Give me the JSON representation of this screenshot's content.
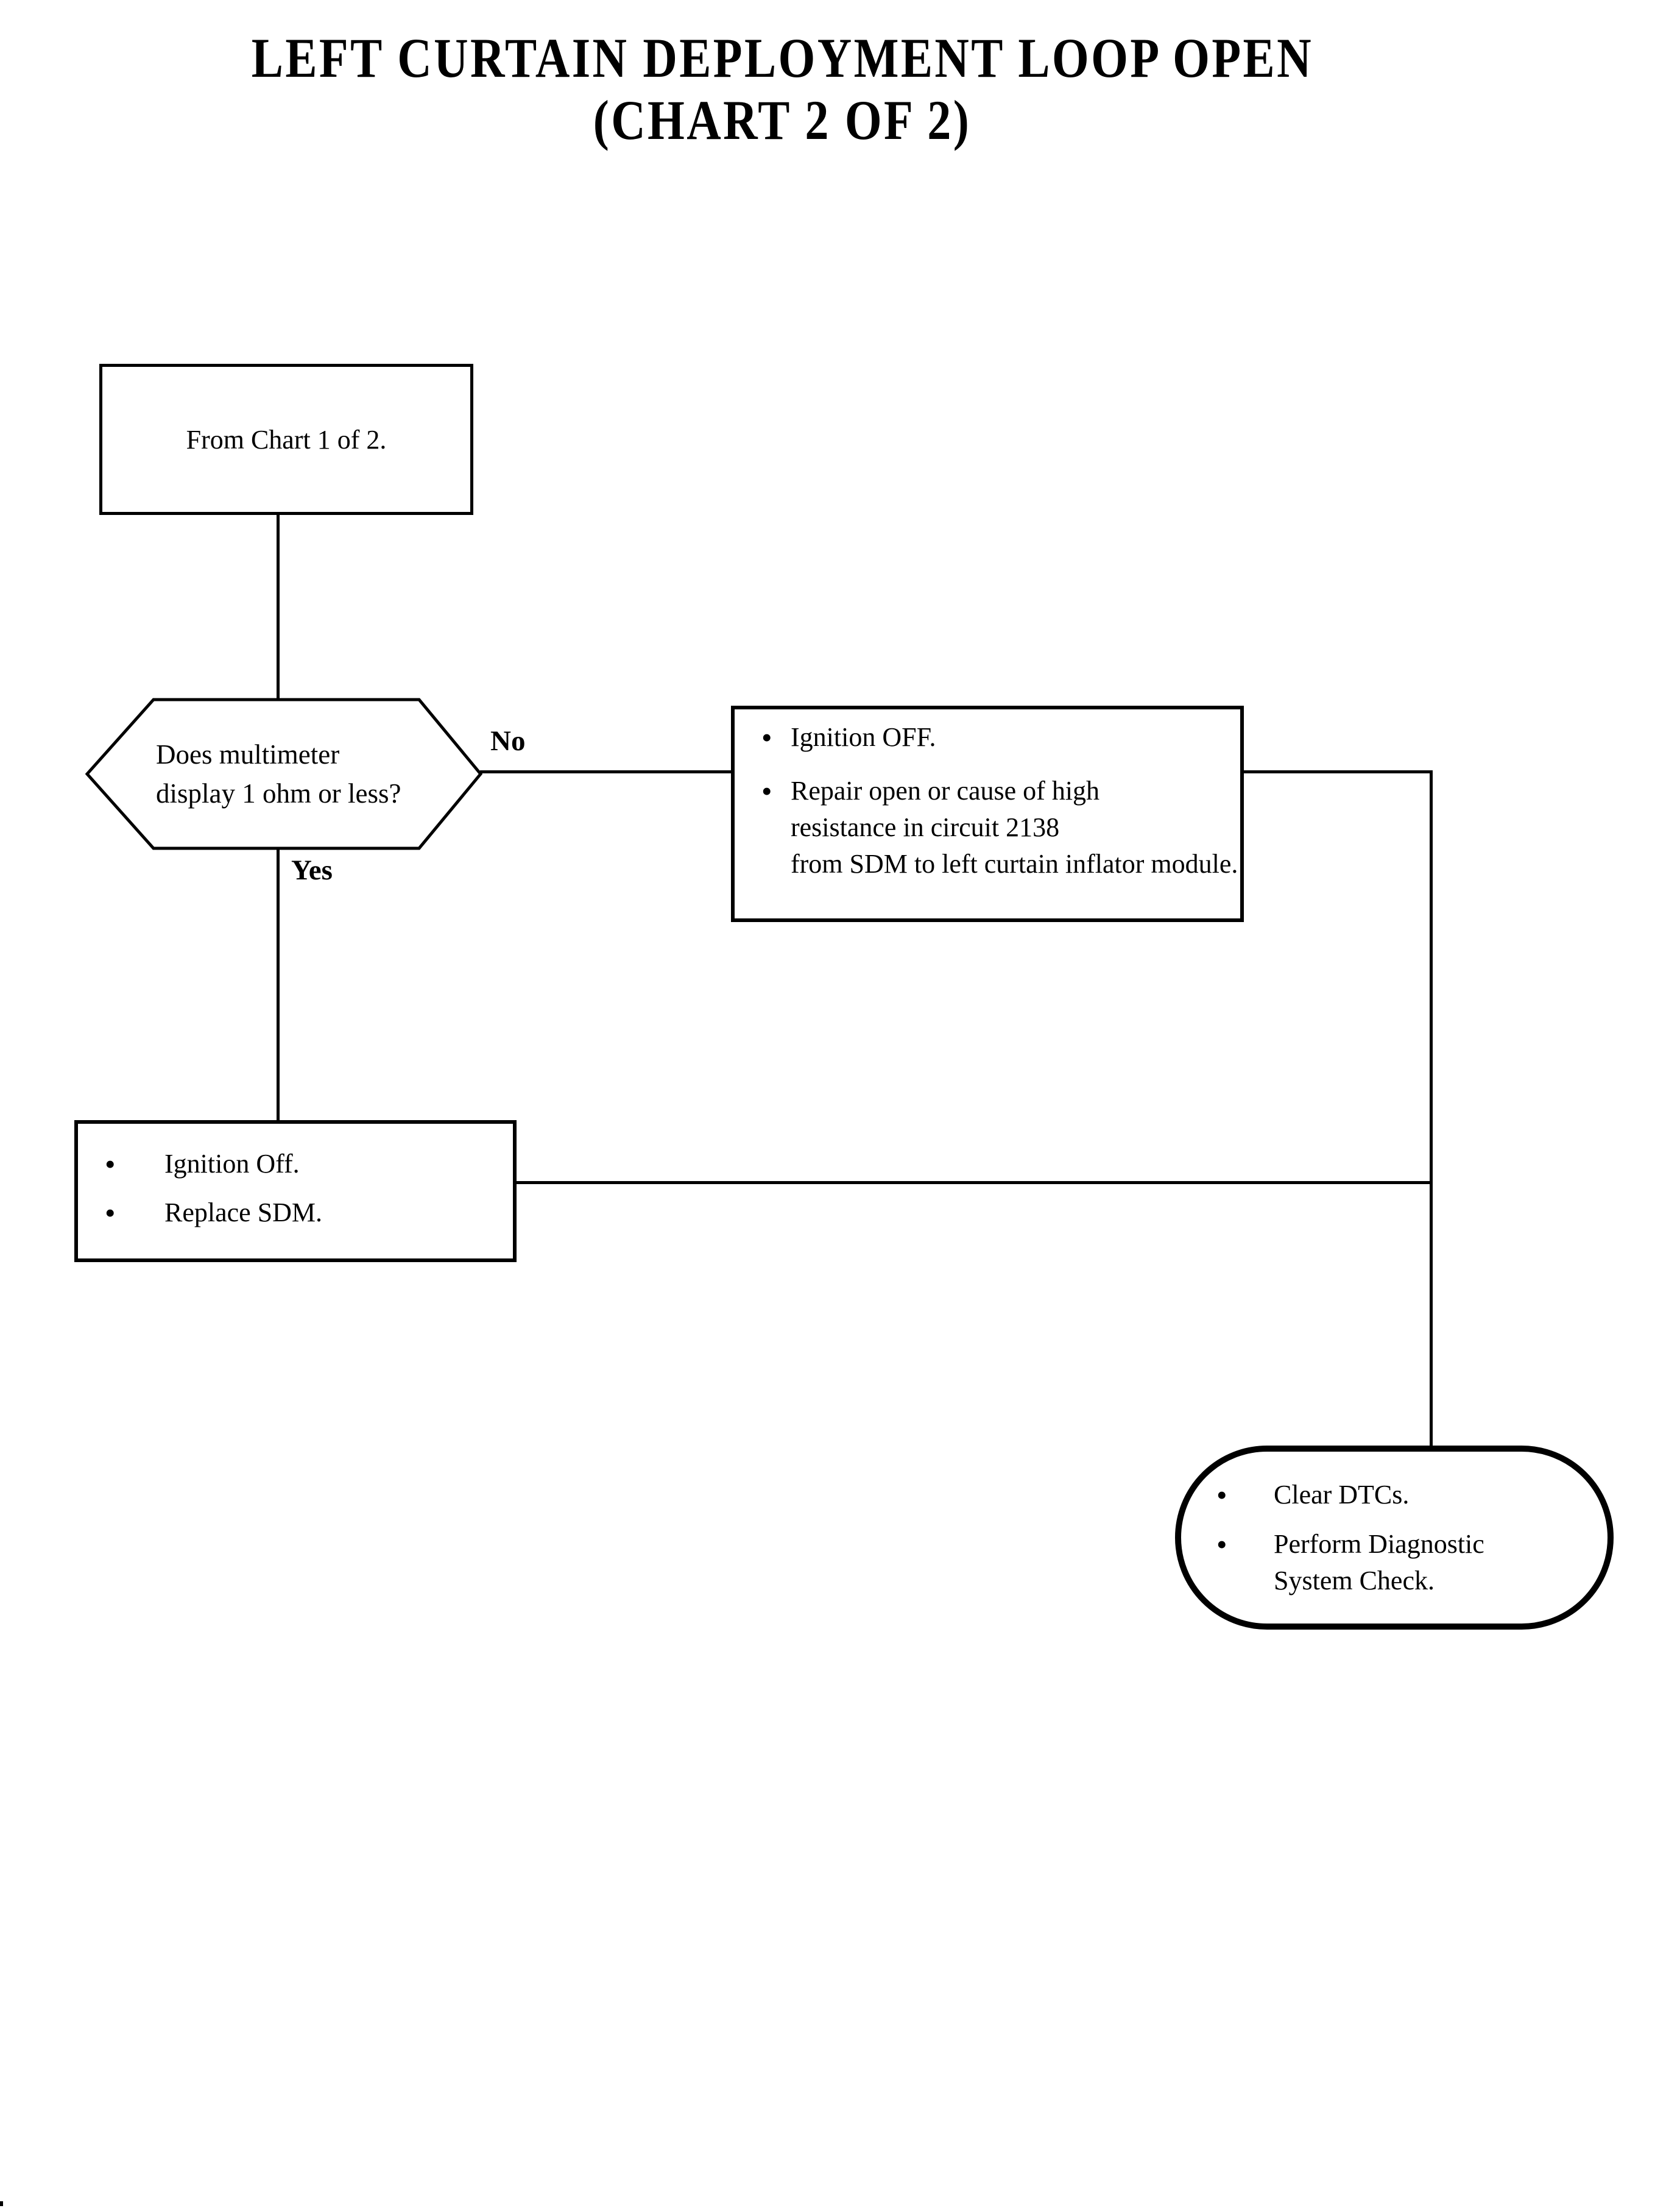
{
  "title": {
    "line1": "LEFT CURTAIN DEPLOYMENT LOOP OPEN",
    "line2": "(CHART 2 OF 2)"
  },
  "ui": {
    "bullet": "•"
  },
  "edges": {
    "no_label": "No",
    "yes_label": "Yes"
  },
  "nodes": {
    "from_chart": {
      "text": "From Chart 1 of 2."
    },
    "decision": {
      "line1": "Does multimeter",
      "line2": "display 1 ohm or less?"
    },
    "no_action": {
      "items": [
        {
          "lines": [
            "Ignition OFF."
          ]
        },
        {
          "lines": [
            "Repair open or cause of high",
            "resistance in circuit 2138",
            "from SDM to left curtain inflator module."
          ]
        }
      ]
    },
    "yes_action": {
      "items": [
        {
          "lines": [
            "Ignition Off."
          ]
        },
        {
          "lines": [
            "Replace SDM."
          ]
        }
      ]
    },
    "end": {
      "items": [
        {
          "lines": [
            "Clear DTCs."
          ]
        },
        {
          "lines": [
            "Perform Diagnostic",
            "System Check."
          ]
        }
      ]
    }
  }
}
